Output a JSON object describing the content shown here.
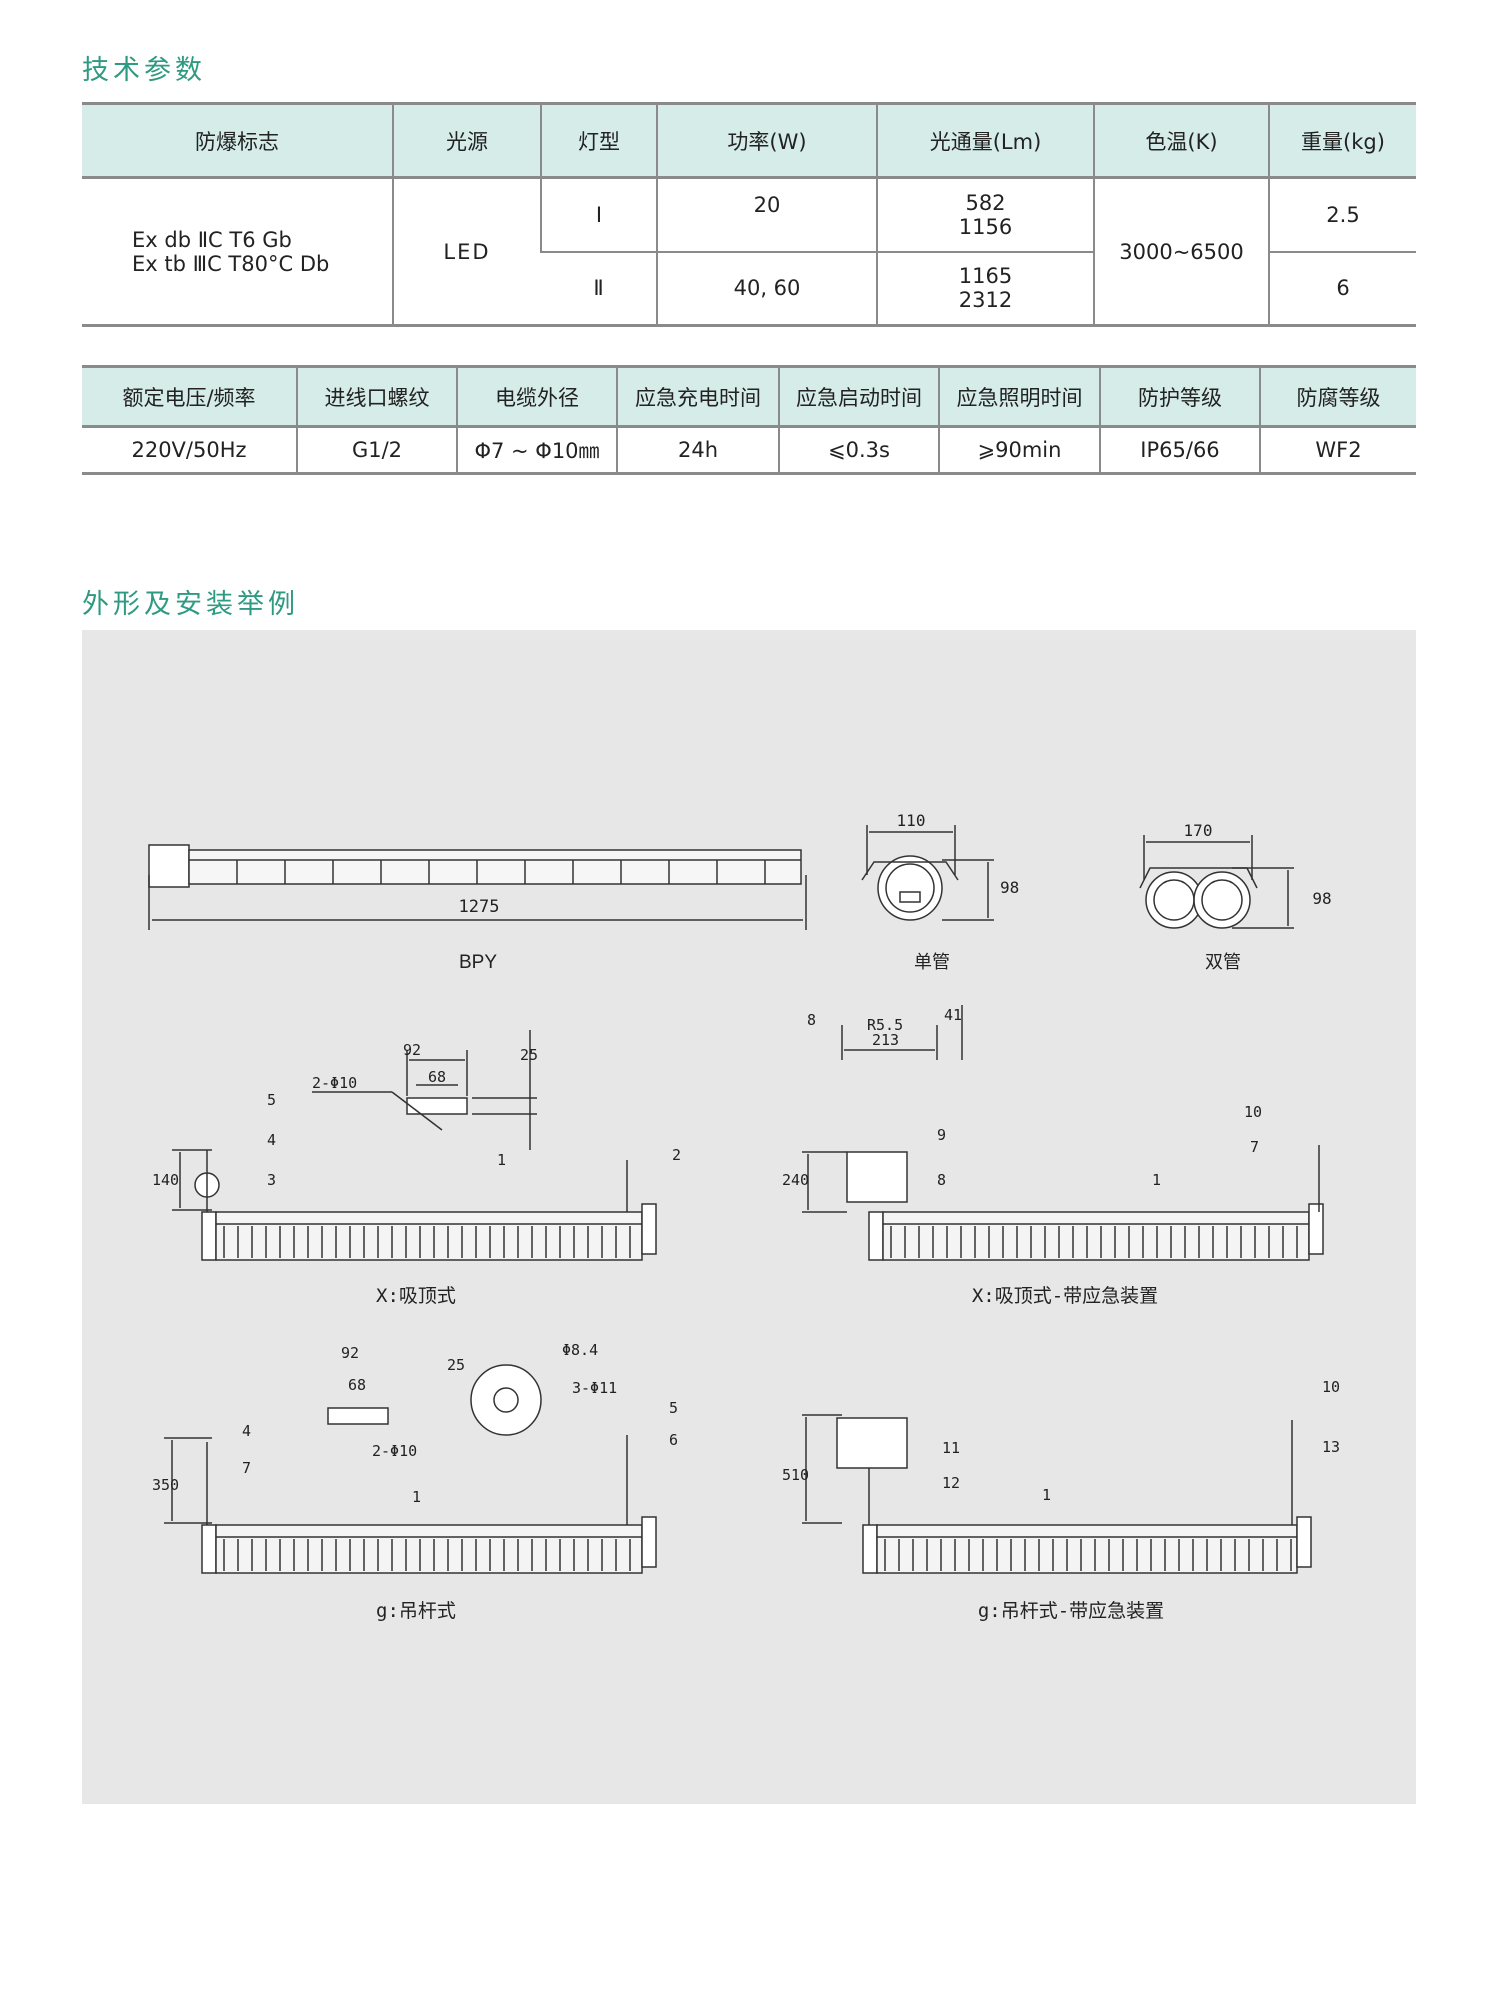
{
  "sections": {
    "tech_params": "技术参数",
    "outline": "外形及安装举例"
  },
  "table1": {
    "headers": [
      "防爆标志",
      "光源",
      "灯型",
      "功率(W)",
      "光通量(Lm)",
      "色温(K)",
      "重量(kg)"
    ],
    "ex_marks": [
      "Ex db ⅡC T6 Gb",
      "Ex tb ⅢC T80°C Db"
    ],
    "light_source": "LED",
    "color_temp": "3000~6500",
    "rows": [
      {
        "type": "Ⅰ",
        "power": "20",
        "flux": [
          "582",
          "1156"
        ],
        "weight": "2.5"
      },
      {
        "type": "Ⅱ",
        "power": "40, 60",
        "flux": [
          "1165",
          "2312"
        ],
        "weight": "6"
      }
    ]
  },
  "table2": {
    "headers": [
      "额定电压/频率",
      "进线口螺纹",
      "电缆外径",
      "应急充电时间",
      "应急启动时间",
      "应急照明时间",
      "防护等级",
      "防腐等级"
    ],
    "values": [
      "220V/50Hz",
      "G1/2",
      "Φ7 ~ Φ10㎜",
      "24h",
      "⩽0.3s",
      "⩾90min",
      "IP65/66",
      "WF2"
    ]
  },
  "drawings": {
    "bpy": {
      "label": "BPY",
      "length": "1275"
    },
    "single": {
      "label": "单管",
      "width": "110",
      "height": "98"
    },
    "double": {
      "label": "双管",
      "width": "170",
      "height": "98"
    },
    "x_ceiling": {
      "label": "X:吸顶式",
      "dims": [
        "92",
        "68",
        "25",
        "2-Φ10",
        "140"
      ],
      "callouts": [
        "1",
        "2",
        "3",
        "4",
        "5"
      ]
    },
    "x_emergency": {
      "label": "X:吸顶式-带应急装置",
      "dims": [
        "8",
        "R5.5",
        "41",
        "213",
        "240"
      ],
      "callouts": [
        "1",
        "7",
        "8",
        "9",
        "10"
      ]
    },
    "g_pendant": {
      "label": "g:吊杆式",
      "dims": [
        "92",
        "68",
        "25",
        "2-Φ10",
        "Φ8.4",
        "3-Φ11",
        "350"
      ],
      "callouts": [
        "1",
        "4",
        "5",
        "6",
        "7"
      ]
    },
    "g_emergency": {
      "label": "g:吊杆式-带应急装置",
      "dims": [
        "510"
      ],
      "callouts": [
        "1",
        "10",
        "11",
        "12",
        "13"
      ]
    }
  }
}
